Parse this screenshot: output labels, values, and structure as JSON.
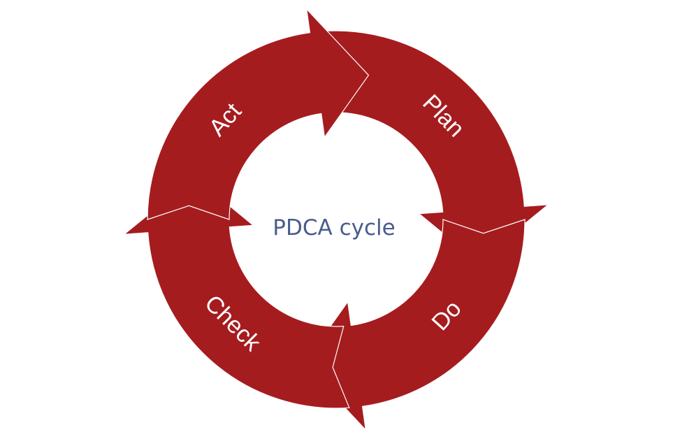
{
  "diagram": {
    "center_label": "PDCA cycle",
    "segments": [
      {
        "id": "plan",
        "label": "Plan"
      },
      {
        "id": "do",
        "label": "Do"
      },
      {
        "id": "check",
        "label": "Check"
      },
      {
        "id": "act",
        "label": "Act"
      }
    ]
  },
  "colors": {
    "arrow_fill": "#a51c1f",
    "arrow_edge": "#ffffff",
    "center_text": "#4a5c8c",
    "background": "#ffffff"
  }
}
